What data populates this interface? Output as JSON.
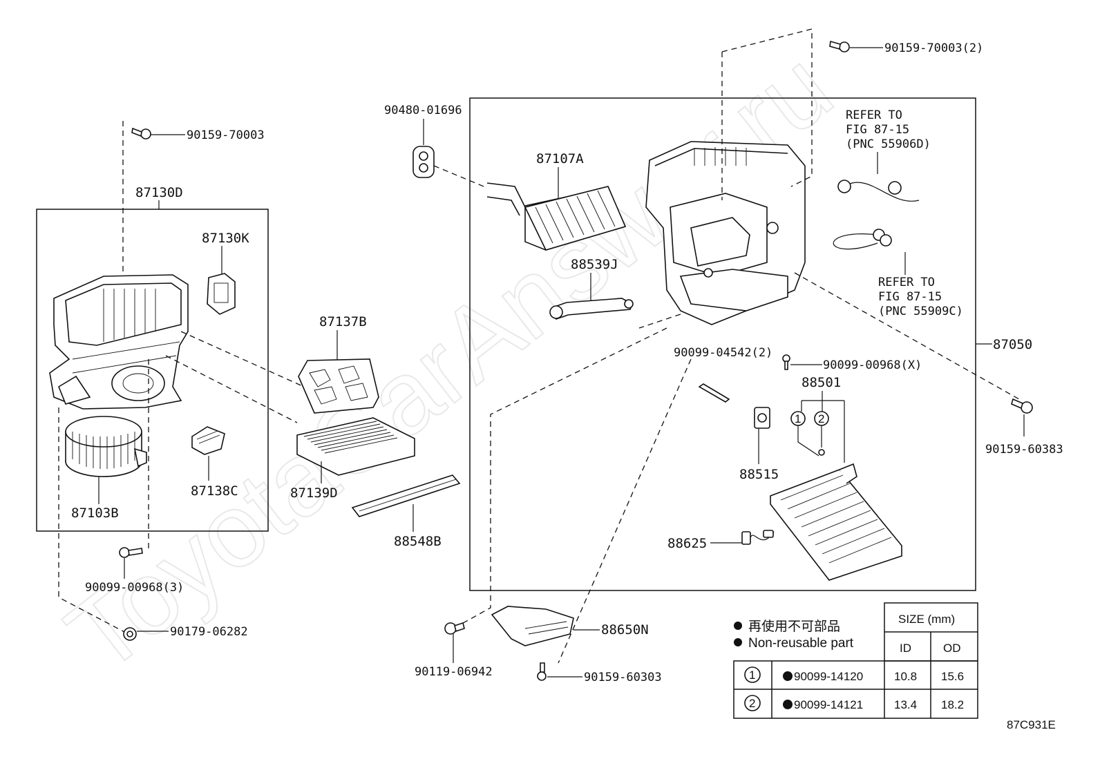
{
  "watermark": "ToyotaCarAnswer.ru",
  "figure_id": "87C931E",
  "parts": {
    "p87130D": "87130D",
    "p87130K": "87130K",
    "p87137B": "87137B",
    "p87139D": "87139D",
    "p87138C": "87138C",
    "p87103B": "87103B",
    "p88548B": "88548B",
    "p87107A": "87107A",
    "p88539J": "88539J",
    "p87050": "87050",
    "p88501": "88501",
    "p88515": "88515",
    "p88625": "88625",
    "p88650N": "88650N"
  },
  "fasteners": {
    "f90159_70003_top": "90159-70003",
    "f90159_70003_2": "90159-70003(2)",
    "f90480_01696": "90480-01696",
    "f90099_04542_2": "90099-04542(2)",
    "f90099_00968_x": "90099-00968(X)",
    "f90159_60383": "90159-60383",
    "f90099_00968_3": "90099-00968(3)",
    "f90179_06282": "90179-06282",
    "f90119_06942": "90119-06942",
    "f90159_60303": "90159-60303"
  },
  "refer_notes": [
    {
      "line1": "REFER TO",
      "line2": "FIG 87-15",
      "line3": "(PNC 55906D)"
    },
    {
      "line1": "REFER TO",
      "line2": "FIG 87-15",
      "line3": "(PNC 55909C)"
    }
  ],
  "legend": {
    "jp": "再使用不可部品",
    "en": "Non-reusable part"
  },
  "size_table": {
    "header": "SIZE (mm)",
    "col_id": "ID",
    "col_od": "OD",
    "rows": [
      {
        "mark": "1",
        "part": "90099-14120",
        "id": "10.8",
        "od": "15.6"
      },
      {
        "mark": "2",
        "part": "90099-14121",
        "id": "13.4",
        "od": "18.2"
      }
    ]
  }
}
